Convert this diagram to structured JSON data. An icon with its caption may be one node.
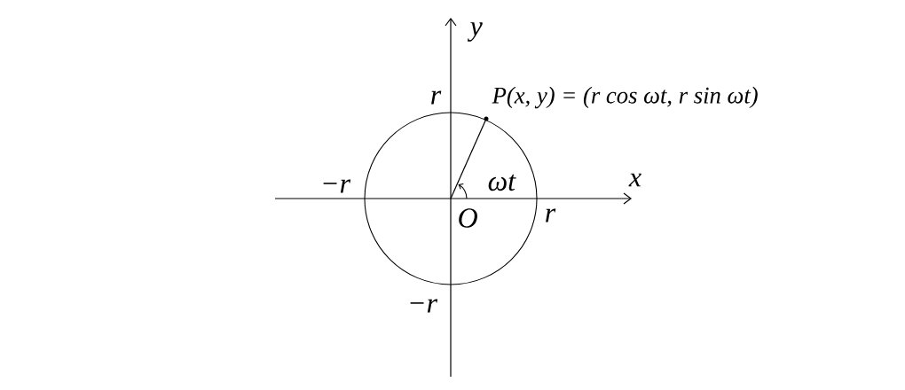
{
  "diagram": {
    "labels": [
      "y",
      "r",
      "P(x, y) = (r cos ωt, r sin ωt)",
      "−r",
      "ωt",
      "x",
      "O",
      "r",
      "−r"
    ]
  }
}
